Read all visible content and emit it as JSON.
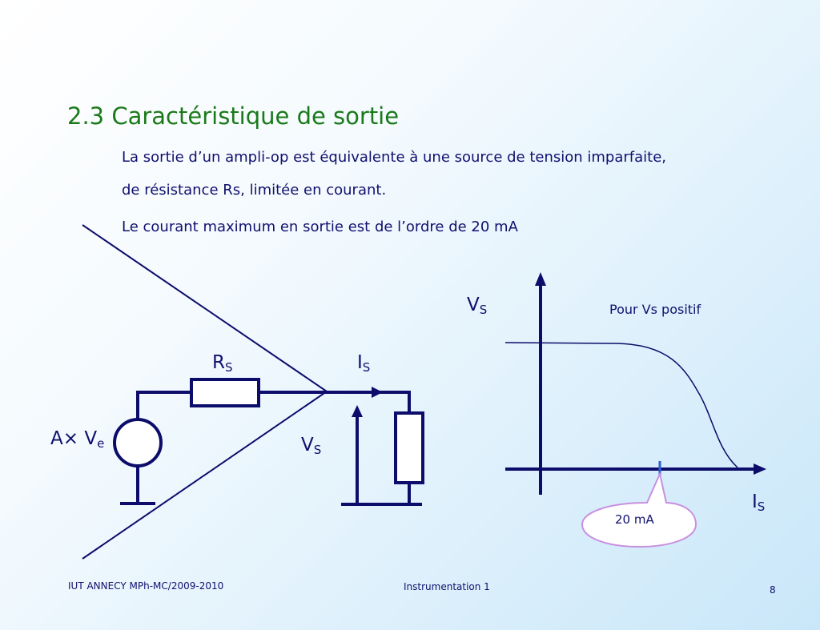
{
  "title": "2.3 Caractéristique de sortie",
  "paragraphs": {
    "p1": "La sortie d’un ampli-op est équivalente à une source de tension imparfaite,",
    "p2": "de résistance Rs, limitée en courant.",
    "p3": "Le courant maximum en sortie est de l’ordre de  20 mA"
  },
  "circuit": {
    "rs_main": "R",
    "rs_sub": "S",
    "is_main": "I",
    "is_sub": "S",
    "vs_main": "V",
    "vs_sub": "S",
    "source_label_main": "A× V",
    "source_label_sub": "e"
  },
  "graph": {
    "y_main": "V",
    "y_sub": "S",
    "x_main": "I",
    "x_sub": "S",
    "note": "Pour Vs positif",
    "callout": "20 mA"
  },
  "footer": {
    "left": "IUT ANNECY MPh-MC/2009-2010",
    "center": "Instrumentation 1",
    "page": "8"
  },
  "colors": {
    "title": "#1a7a1a",
    "text": "#10106e",
    "wire": "#0c0c6a",
    "callout": "#c88fe0"
  }
}
